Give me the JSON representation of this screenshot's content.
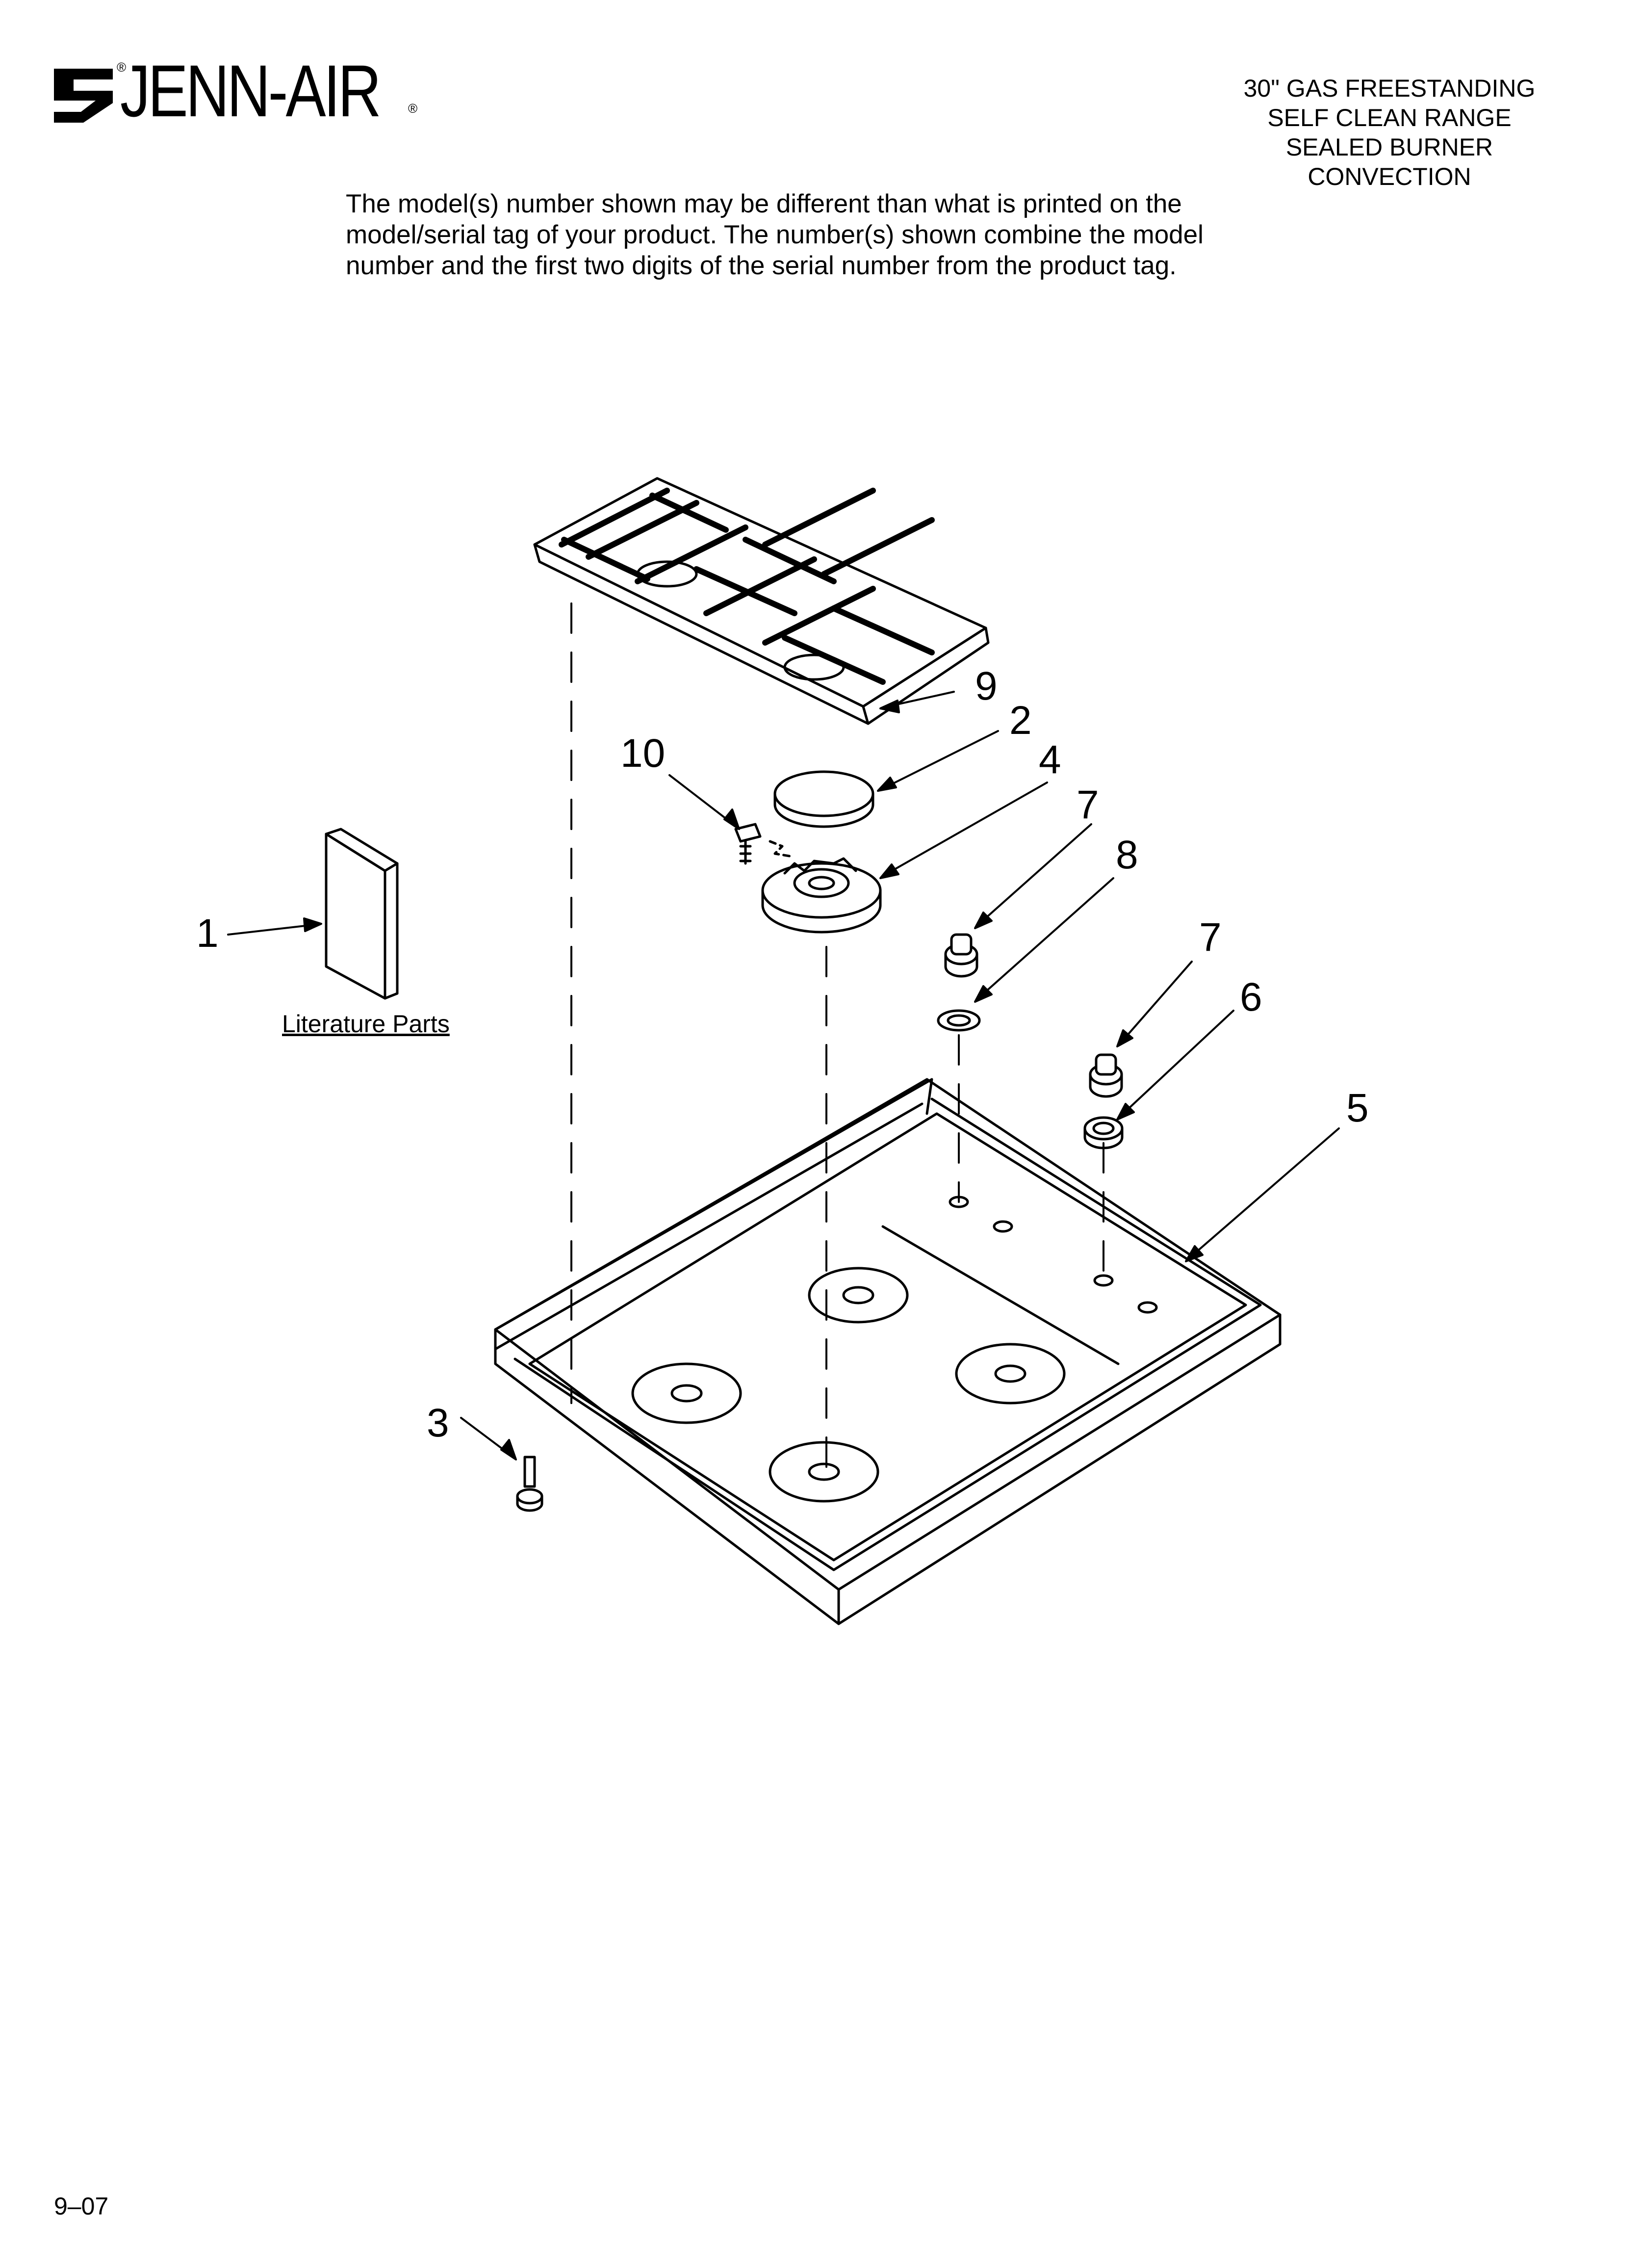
{
  "header": {
    "brand": "JENN-AIR",
    "registered_mark": "®",
    "product_title": [
      "30\" GAS FREESTANDING",
      "SELF CLEAN RANGE",
      "SEALED BURNER",
      "CONVECTION"
    ]
  },
  "disclaimer": [
    "The model(s) number shown may be different than what is printed on the",
    "model/serial tag of your product. The number(s) shown combine the model",
    "number and the first two digits of the serial number from the product tag."
  ],
  "diagram": {
    "literature_label": "Literature Parts",
    "callouts": [
      "1",
      "2",
      "3",
      "4",
      "5",
      "6",
      "7",
      "7",
      "8",
      "9",
      "10"
    ]
  },
  "footer": {
    "date_code": "9–07"
  }
}
